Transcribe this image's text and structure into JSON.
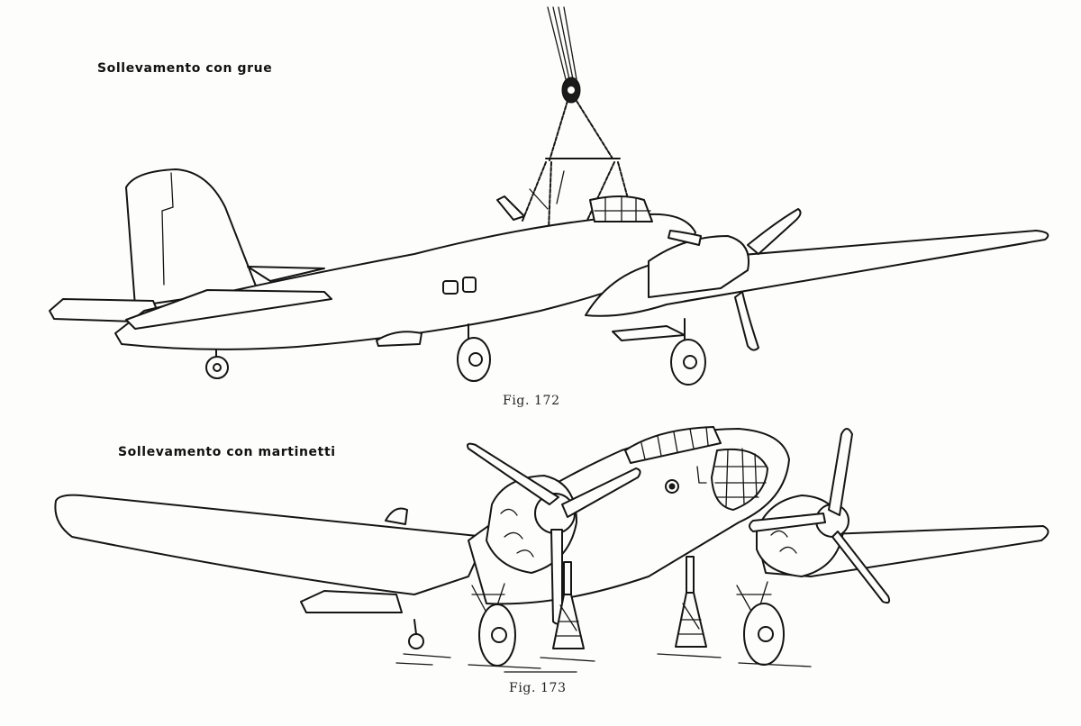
{
  "figure_top": {
    "heading": "Sollevamento con grue",
    "caption": "Fig. 172"
  },
  "figure_bottom": {
    "heading": "Sollevamento con martinetti",
    "caption": "Fig. 173"
  }
}
